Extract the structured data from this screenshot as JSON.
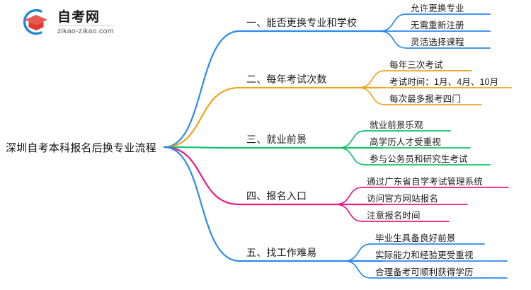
{
  "logo": {
    "title": "自考网",
    "subtitle": "zikao-zikao.com",
    "mark_name": "graduation-cap-logo-icon",
    "arc_color": "#1f8ad2",
    "cap_color": "#e03a32"
  },
  "root": {
    "label": "深圳自考本科报名后换专业流程"
  },
  "colors": {
    "blue": "#2b8aeb",
    "amber": "#eda420",
    "green": "#15c26b",
    "pink": "#f0177f",
    "blue2": "#2b8aeb"
  },
  "branches": [
    {
      "label": "一、能否更换专业和学校",
      "color": "#2b8aeb",
      "children": [
        {
          "label": "允许更换专业"
        },
        {
          "label": "无需重新注册"
        },
        {
          "label": "灵活选择课程"
        }
      ]
    },
    {
      "label": "二、每年考试次数",
      "color": "#eda420",
      "children": [
        {
          "label": "每年三次考试"
        },
        {
          "label": "考试时间：1月、4月、10月"
        },
        {
          "label": "每次最多报考四门"
        }
      ]
    },
    {
      "label": "三、就业前景",
      "color": "#15c26b",
      "children": [
        {
          "label": "就业前景乐观"
        },
        {
          "label": "高学历人才受重视"
        },
        {
          "label": "参与公务员和研究生考试"
        }
      ]
    },
    {
      "label": "四、报名入口",
      "color": "#f0177f",
      "children": [
        {
          "label": "通过广东省自学考试管理系统"
        },
        {
          "label": "访问官方网站报名"
        },
        {
          "label": "注意报名时间"
        }
      ]
    },
    {
      "label": "五、找工作难易",
      "color": "#2b8aeb",
      "children": [
        {
          "label": "毕业生具备良好前景"
        },
        {
          "label": "实际能力和经验更受重视"
        },
        {
          "label": "合理备考可顺利获得学历"
        }
      ]
    }
  ]
}
